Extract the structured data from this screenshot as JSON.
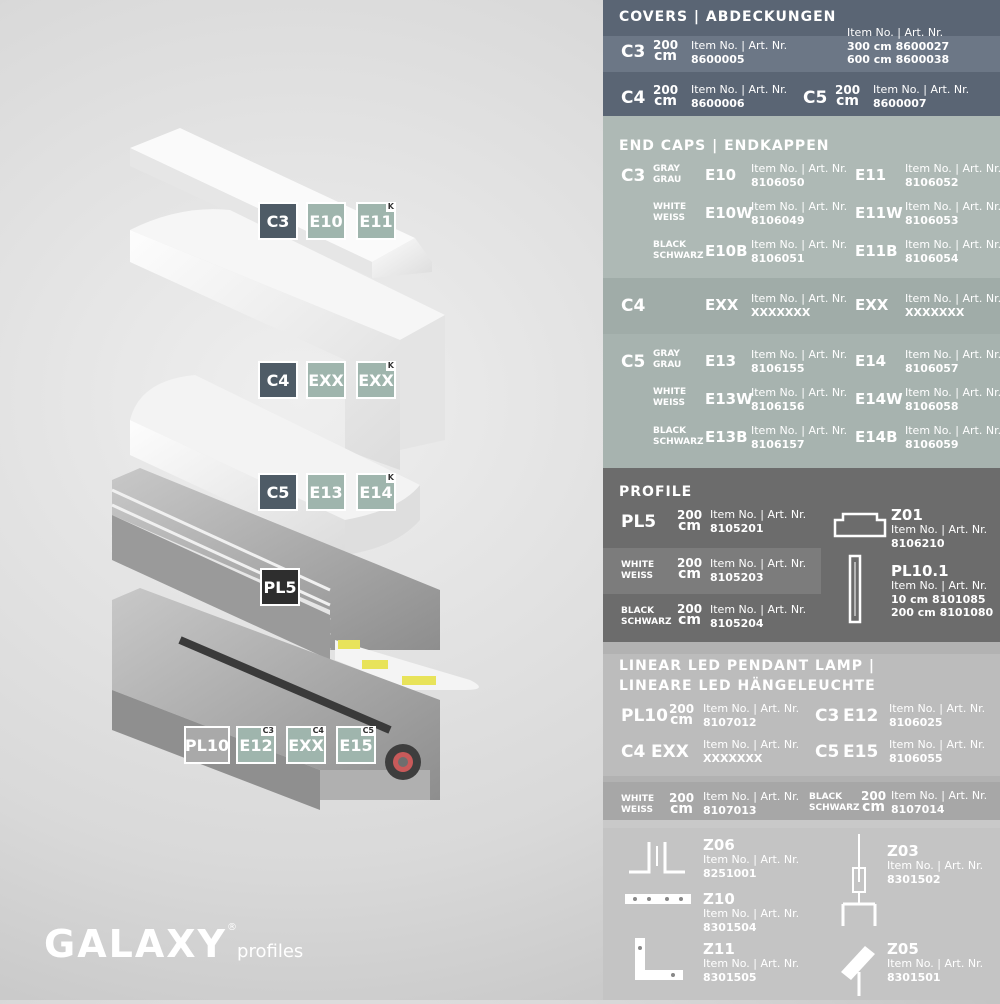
{
  "brand": {
    "name": "GALAXY",
    "suffix": "profiles",
    "trademark": "®"
  },
  "tags": [
    {
      "label": "C3",
      "sup": "",
      "color": "#4e5b66"
    },
    {
      "label": "E10",
      "sup": "",
      "color": "#9fb5ad"
    },
    {
      "label": "E11",
      "sup": "K",
      "color": "#9fb5ad"
    },
    {
      "label": "C4",
      "sup": "",
      "color": "#4e5b66"
    },
    {
      "label": "EXX",
      "sup": "",
      "color": "#9fb5ad"
    },
    {
      "label": "EXX",
      "sup": "K",
      "color": "#9fb5ad"
    },
    {
      "label": "C5",
      "sup": "",
      "color": "#4e5b66"
    },
    {
      "label": "E13",
      "sup": "",
      "color": "#9fb5ad"
    },
    {
      "label": "E14",
      "sup": "K",
      "color": "#9fb5ad"
    },
    {
      "label": "PL5",
      "sup": "",
      "color": "#2e2e2e"
    },
    {
      "label": "PL10",
      "sup": "",
      "color": "#a9a9a9"
    },
    {
      "label": "E12",
      "sup": "C3",
      "color": "#9fb5ad"
    },
    {
      "label": "EXX",
      "sup": "C4",
      "color": "#9fb5ad"
    },
    {
      "label": "E15",
      "sup": "C5",
      "color": "#9fb5ad"
    }
  ],
  "itemlabel": "Item No. | Art. Nr.",
  "covers": {
    "title": "COVERS | ABDECKUNGEN",
    "c3": {
      "code": "C3",
      "len1": "200",
      "len2": "cm",
      "num": "8600005",
      "alt300": "300 cm",
      "num300": "8600027",
      "alt600": "600 cm",
      "num600": "8600038"
    },
    "c4": {
      "code": "C4",
      "len1": "200",
      "len2": "cm",
      "num": "8600006"
    },
    "c5": {
      "code": "C5",
      "len1": "200",
      "len2": "cm",
      "num": "8600007"
    }
  },
  "endcaps": {
    "title": "END CAPS | ENDKAPPEN",
    "c3": {
      "code": "C3",
      "rows": [
        {
          "c1": "GRAY",
          "c2": "GRAU",
          "a": "E10",
          "an": "8106050",
          "b": "E11",
          "bn": "8106052"
        },
        {
          "c1": "WHITE",
          "c2": "WEISS",
          "a": "E10W",
          "an": "8106049",
          "b": "E11W",
          "bn": "8106053"
        },
        {
          "c1": "BLACK",
          "c2": "SCHWARZ",
          "a": "E10B",
          "an": "8106051",
          "b": "E11B",
          "bn": "8106054"
        }
      ]
    },
    "c4": {
      "code": "C4",
      "a": "EXX",
      "an": "XXXXXXX",
      "b": "EXX",
      "bn": "XXXXXXX"
    },
    "c5": {
      "code": "C5",
      "rows": [
        {
          "c1": "GRAY",
          "c2": "GRAU",
          "a": "E13",
          "an": "8106155",
          "b": "E14",
          "bn": "8106057"
        },
        {
          "c1": "WHITE",
          "c2": "WEISS",
          "a": "E13W",
          "an": "8106156",
          "b": "E14W",
          "bn": "8106058"
        },
        {
          "c1": "BLACK",
          "c2": "SCHWARZ",
          "a": "E13B",
          "an": "8106157",
          "b": "E14B",
          "bn": "8106059"
        }
      ]
    }
  },
  "profile": {
    "title": "PROFILE",
    "pl5": {
      "code": "PL5",
      "len1": "200",
      "len2": "cm",
      "num": "8105201"
    },
    "white": {
      "c1": "WHITE",
      "c2": "WEISS",
      "len1": "200",
      "len2": "cm",
      "num": "8105203"
    },
    "black": {
      "c1": "BLACK",
      "c2": "SCHWARZ",
      "len1": "200",
      "len2": "cm",
      "num": "8105204"
    },
    "z01": {
      "code": "Z01",
      "num": "8106210"
    },
    "pl101": {
      "code": "PL10.1",
      "l1": "10 cm",
      "n1": "8101085",
      "l2": "200 cm",
      "n2": "8101080"
    }
  },
  "pendant": {
    "title1": "LINEAR LED PENDANT LAMP |",
    "title2": "LINEARE LED HÄNGELEUCHTE",
    "pl10": {
      "code": "PL10",
      "len1": "200",
      "len2": "cm",
      "num": "8107012"
    },
    "c3e12": {
      "c": "C3",
      "code": "E12",
      "num": "8106025"
    },
    "c4exx": {
      "c": "C4",
      "code": "EXX",
      "num": "XXXXXXX"
    },
    "c5e15": {
      "c": "C5",
      "code": "E15",
      "num": "8106055"
    },
    "white": {
      "c1": "WHITE",
      "c2": "WEISS",
      "len1": "200",
      "len2": "cm",
      "num": "8107013"
    },
    "black": {
      "c1": "BLACK",
      "c2": "SCHWARZ",
      "len1": "200",
      "len2": "cm",
      "num": "8107014"
    }
  },
  "accessories": [
    {
      "code": "Z06",
      "num": "8251001"
    },
    {
      "code": "Z10",
      "num": "8301504"
    },
    {
      "code": "Z11",
      "num": "8301505"
    },
    {
      "code": "Z03",
      "num": "8301502"
    },
    {
      "code": "Z05",
      "num": "8301501"
    }
  ]
}
